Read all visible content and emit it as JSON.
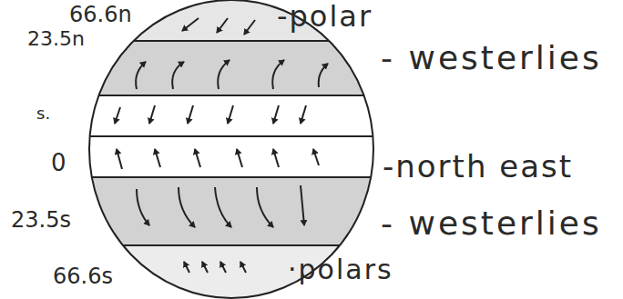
{
  "diagram": {
    "labels": [
      "66.6n",
      "-polar",
      "23.5n",
      "- westerlies",
      "s.",
      "0",
      "-north east",
      "23.5s",
      "- westerlies",
      "66.6s",
      "·polars"
    ]
  }
}
